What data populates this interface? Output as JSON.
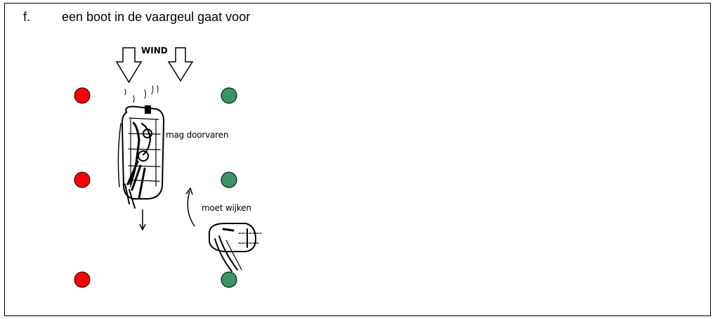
{
  "item": {
    "letter": "f.",
    "text": "een boot in de vaargeul gaat voor"
  },
  "labels": {
    "wind": "WIND",
    "mag_doorvaren": "mag doorvaren",
    "moet_wijken": "moet wijken"
  },
  "colors": {
    "red_buoy": "#ff0000",
    "green_buoy": "#3a9466",
    "outline": "#000000"
  },
  "icons": {
    "wind_arrows": "down-arrow-outline-icon",
    "boat_sailing_down": "sailboat-icon",
    "boat_crossing": "sailboat-icon",
    "direction_arrow": "arrow-down-icon",
    "yield_arrow": "curved-arrow-up-icon"
  }
}
